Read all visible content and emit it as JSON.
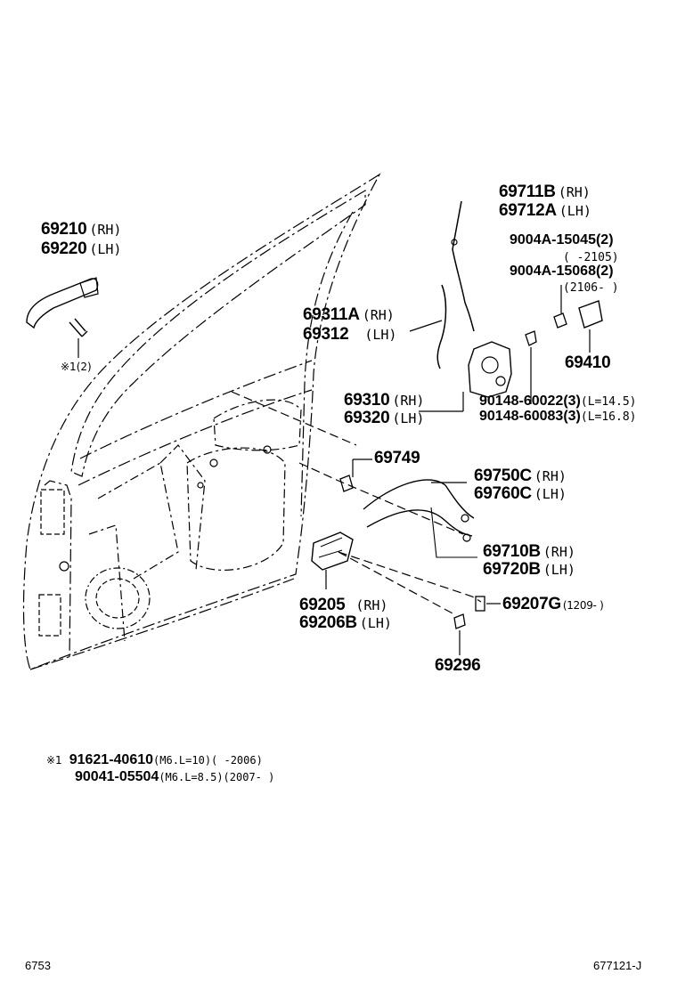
{
  "parts": {
    "p69210": {
      "number": "69210",
      "side": "(RH)"
    },
    "p69220": {
      "number": "69220",
      "side": "(LH)"
    },
    "note_ref1": {
      "text": "※1(2)"
    },
    "p69711B": {
      "number": "69711B",
      "side": "(RH)"
    },
    "p69712A": {
      "number": "69712A",
      "side": "(LH)"
    },
    "p9004A15045": {
      "number": "9004A-15045",
      "qty": "(2)"
    },
    "p9004A15045_date": {
      "text": "(      -2105)"
    },
    "p9004A15068": {
      "number": "9004A-15068",
      "qty": "(2)"
    },
    "p9004A15068_date": {
      "text": "(2106-      )"
    },
    "p69311A": {
      "number": "69311A",
      "side": "(RH)"
    },
    "p69312": {
      "number": "69312",
      "side": "(LH)"
    },
    "p69410": {
      "number": "69410"
    },
    "p69310": {
      "number": "69310",
      "side": "(RH)"
    },
    "p69320": {
      "number": "69320",
      "side": "(LH)"
    },
    "p9014860022": {
      "number": "90148-60022",
      "qty": "(3)",
      "spec": "(L=14.5)"
    },
    "p9014860083": {
      "number": "90148-60083",
      "qty": "(3)",
      "spec": "(L=16.8)"
    },
    "p69749": {
      "number": "69749"
    },
    "p69750C": {
      "number": "69750C",
      "side": "(RH)"
    },
    "p69760C": {
      "number": "69760C",
      "side": "(LH)"
    },
    "p69710B": {
      "number": "69710B",
      "side": "(RH)"
    },
    "p69720B": {
      "number": "69720B",
      "side": "(LH)"
    },
    "p69205": {
      "number": "69205",
      "side": "(RH)"
    },
    "p69206B": {
      "number": "69206B",
      "side": "(LH)"
    },
    "p69207G": {
      "number": "69207G",
      "date": "(1209-      )"
    },
    "p69296": {
      "number": "69296"
    }
  },
  "footnote": {
    "marker": "※1",
    "line1": {
      "number": "91621-40610",
      "spec": "(M6.L=10)(      -2006)"
    },
    "line2": {
      "number": "90041-05504",
      "spec": "(M6.L=8.5)(2007-      )"
    }
  },
  "footer": {
    "left": "6753",
    "right": "677121-J"
  }
}
